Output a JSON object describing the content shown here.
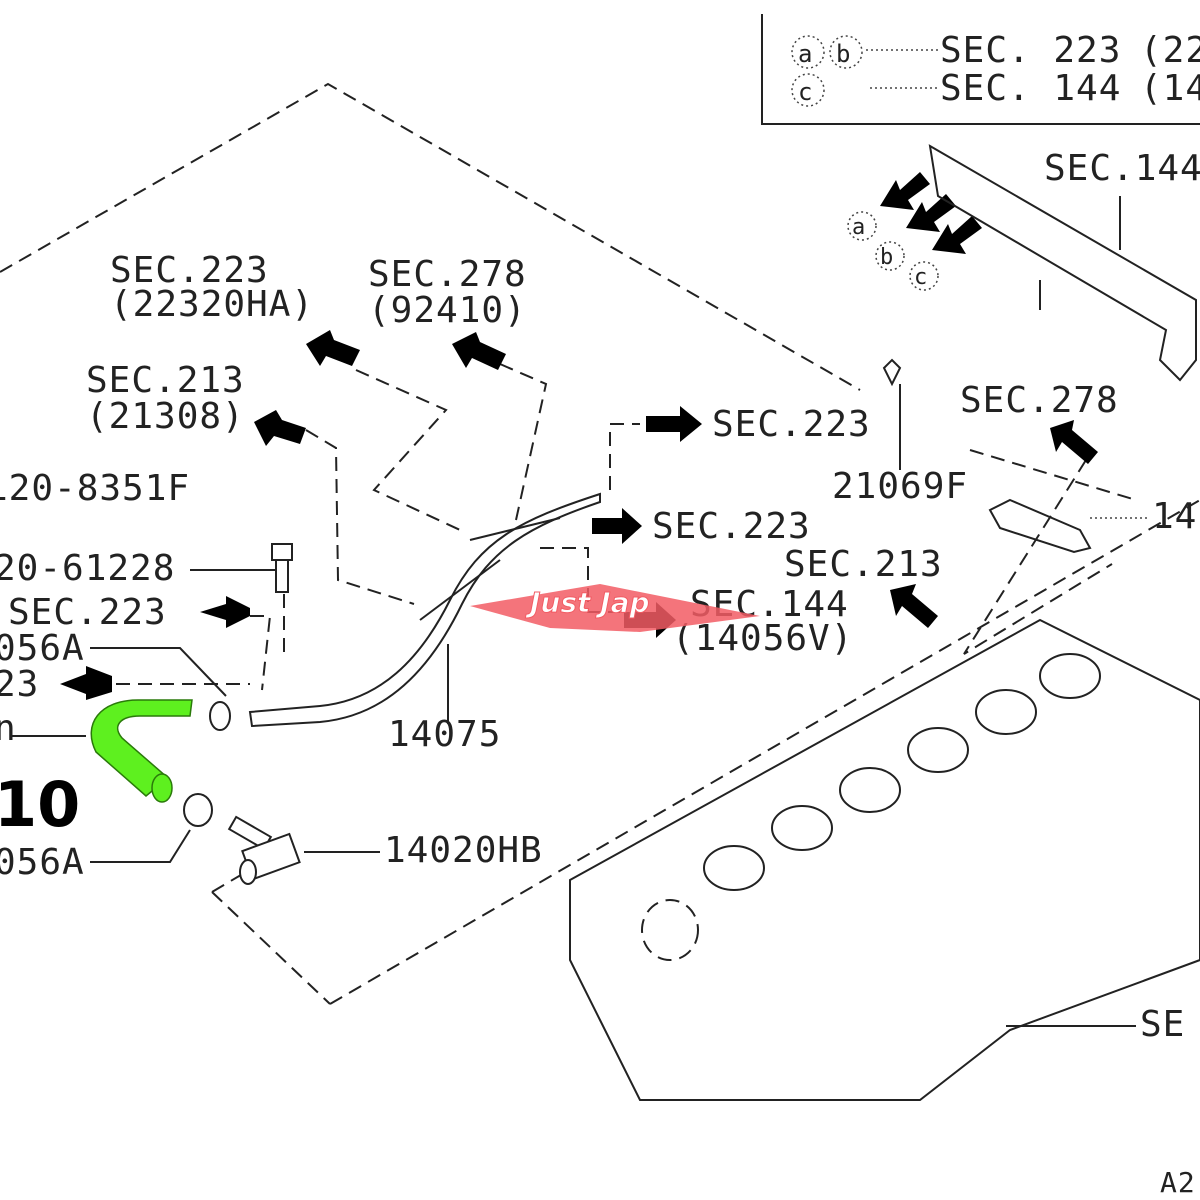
{
  "legend": {
    "rows": [
      {
        "markers": [
          "a",
          "b"
        ],
        "ref": "SEC. 223",
        "code": "(22"
      },
      {
        "markers": [
          "c"
        ],
        "ref": "SEC. 144",
        "code": "(14"
      }
    ]
  },
  "labels": {
    "sec223_22320ha": {
      "ref": "SEC.223",
      "code": "(22320HA)"
    },
    "sec278_92410": {
      "ref": "SEC.278",
      "code": "(92410)"
    },
    "sec213_21308": {
      "ref": "SEC.213",
      "code": "(21308)"
    },
    "sec223_right_top": "SEC.223",
    "sec223_right_mid": "SEC.223",
    "sec144_14056v": {
      "ref": "SEC.144",
      "code": "(14056V)"
    },
    "sec213_right": "SEC.213",
    "sec278_right": "SEC.278",
    "sec144_top_right": "SEC.144",
    "sec223_left": "SEC.223",
    "sec223_left_cut": "23",
    "part_21069f": "21069F",
    "part_14075": "14075",
    "part_14020hb": "14020HB",
    "part_14056a_top": "056A",
    "part_14056a_bottom": "056A",
    "part_8351f": "120-8351F",
    "part_61228": "20-61228",
    "part_14_right": "14",
    "part_sec_bottom_right": "SE",
    "hose_callout_cut": "n",
    "callout_number": "10",
    "diagram_code": "A2",
    "marker_a": "a",
    "marker_b": "b",
    "marker_c": "c"
  },
  "watermark": {
    "text": "Just Jap",
    "color": "#f25c64"
  },
  "highlight": {
    "part": "coolant hose",
    "color": "#5ef01f"
  }
}
